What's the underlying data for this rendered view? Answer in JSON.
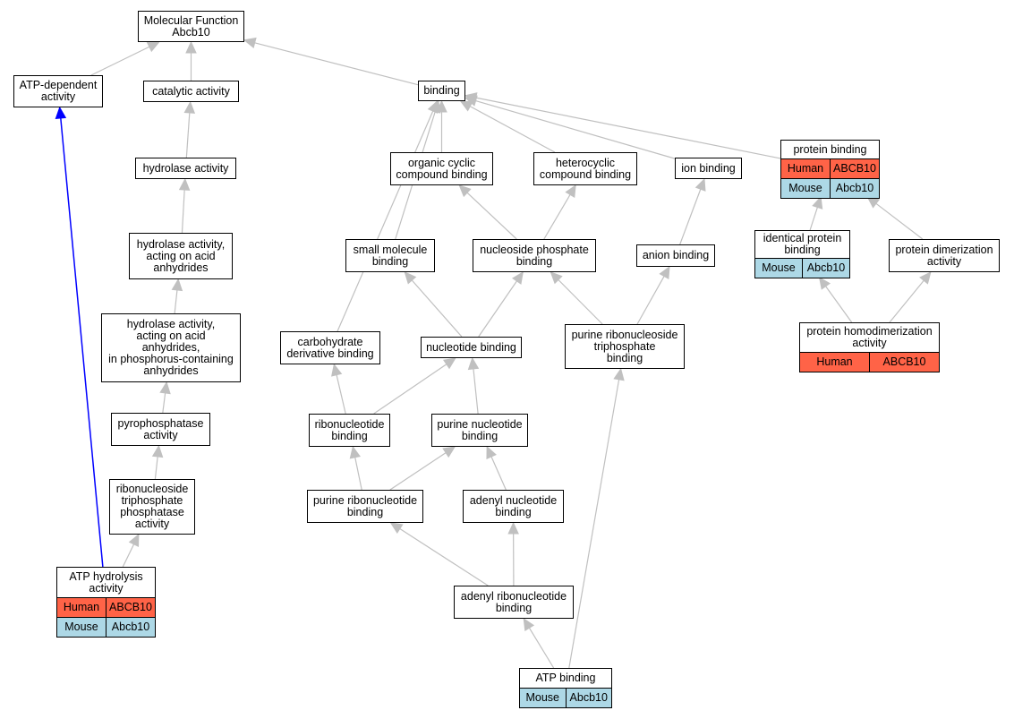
{
  "nodes": {
    "mf": {
      "label": "Molecular Function\nAbcb10"
    },
    "atpdep": {
      "label": "ATP-dependent\nactivity"
    },
    "catalytic": {
      "label": "catalytic activity"
    },
    "binding": {
      "label": "binding"
    },
    "hydrolase": {
      "label": "hydrolase activity"
    },
    "hydrolase_acid": {
      "label": "hydrolase activity,\nacting on acid\nanhydrides"
    },
    "hydrolase_phos": {
      "label": "hydrolase activity,\nacting on acid\nanhydrides,\nin phosphorus-containing\nanhydrides"
    },
    "pyrophosphatase": {
      "label": "pyrophosphatase\nactivity"
    },
    "rntp_phosphatase": {
      "label": "ribonucleoside\ntriphosphate\nphosphatase\nactivity"
    },
    "atp_hydrolysis": {
      "label": "ATP hydrolysis\nactivity",
      "rows": [
        {
          "species": "Human",
          "gene": "ABCB10"
        },
        {
          "species": "Mouse",
          "gene": "Abcb10"
        }
      ]
    },
    "organic_cyclic": {
      "label": "organic cyclic\ncompound binding"
    },
    "heterocyclic": {
      "label": "heterocyclic\ncompound binding"
    },
    "ion_binding": {
      "label": "ion binding"
    },
    "protein_binding": {
      "label": "protein binding",
      "rows": [
        {
          "species": "Human",
          "gene": "ABCB10"
        },
        {
          "species": "Mouse",
          "gene": "Abcb10"
        }
      ]
    },
    "small_molecule": {
      "label": "small molecule\nbinding"
    },
    "nucleoside_phosphate": {
      "label": "nucleoside phosphate\nbinding"
    },
    "anion_binding": {
      "label": "anion binding"
    },
    "identical_protein": {
      "label": "identical protein\nbinding",
      "rows": [
        {
          "species": "Mouse",
          "gene": "Abcb10"
        }
      ]
    },
    "protein_dimerization": {
      "label": "protein dimerization\nactivity"
    },
    "carbohydrate_deriv": {
      "label": "carbohydrate\nderivative binding"
    },
    "nucleotide_binding": {
      "label": "nucleotide binding"
    },
    "purine_rntp_binding": {
      "label": "purine ribonucleoside\ntriphosphate\nbinding"
    },
    "protein_homodimerization": {
      "label": "protein homodimerization\nactivity",
      "rows": [
        {
          "species": "Human",
          "gene": "ABCB10"
        }
      ]
    },
    "ribonucleotide": {
      "label": "ribonucleotide\nbinding"
    },
    "purine_nucleotide": {
      "label": "purine nucleotide\nbinding"
    },
    "purine_ribonucleotide": {
      "label": "purine ribonucleotide\nbinding"
    },
    "adenyl_nucleotide": {
      "label": "adenyl nucleotide\nbinding"
    },
    "adenyl_ribonucleotide": {
      "label": "adenyl ribonucleotide\nbinding"
    },
    "atp_binding": {
      "label": "ATP binding",
      "rows": [
        {
          "species": "Mouse",
          "gene": "Abcb10"
        }
      ]
    }
  },
  "edges": [
    {
      "from": "atpdep",
      "to": "mf"
    },
    {
      "from": "catalytic",
      "to": "mf"
    },
    {
      "from": "binding",
      "to": "mf"
    },
    {
      "from": "hydrolase",
      "to": "catalytic"
    },
    {
      "from": "hydrolase_acid",
      "to": "hydrolase"
    },
    {
      "from": "hydrolase_phos",
      "to": "hydrolase_acid"
    },
    {
      "from": "pyrophosphatase",
      "to": "hydrolase_phos"
    },
    {
      "from": "rntp_phosphatase",
      "to": "pyrophosphatase"
    },
    {
      "from": "atp_hydrolysis",
      "to": "rntp_phosphatase"
    },
    {
      "from": "atp_hydrolysis",
      "to": "atpdep",
      "highlight": true
    },
    {
      "from": "organic_cyclic",
      "to": "binding"
    },
    {
      "from": "heterocyclic",
      "to": "binding"
    },
    {
      "from": "ion_binding",
      "to": "binding"
    },
    {
      "from": "protein_binding",
      "to": "binding"
    },
    {
      "from": "small_molecule",
      "to": "binding"
    },
    {
      "from": "carbohydrate_deriv",
      "to": "binding"
    },
    {
      "from": "nucleoside_phosphate",
      "to": "organic_cyclic"
    },
    {
      "from": "nucleoside_phosphate",
      "to": "heterocyclic"
    },
    {
      "from": "anion_binding",
      "to": "ion_binding"
    },
    {
      "from": "identical_protein",
      "to": "protein_binding"
    },
    {
      "from": "protein_dimerization",
      "to": "protein_binding"
    },
    {
      "from": "protein_homodimerization",
      "to": "identical_protein"
    },
    {
      "from": "protein_homodimerization",
      "to": "protein_dimerization"
    },
    {
      "from": "nucleotide_binding",
      "to": "small_molecule"
    },
    {
      "from": "nucleotide_binding",
      "to": "nucleoside_phosphate"
    },
    {
      "from": "purine_rntp_binding",
      "to": "nucleoside_phosphate"
    },
    {
      "from": "purine_rntp_binding",
      "to": "anion_binding"
    },
    {
      "from": "ribonucleotide",
      "to": "carbohydrate_deriv"
    },
    {
      "from": "ribonucleotide",
      "to": "nucleotide_binding"
    },
    {
      "from": "purine_nucleotide",
      "to": "nucleotide_binding"
    },
    {
      "from": "purine_ribonucleotide",
      "to": "ribonucleotide"
    },
    {
      "from": "purine_ribonucleotide",
      "to": "purine_nucleotide"
    },
    {
      "from": "adenyl_nucleotide",
      "to": "purine_nucleotide"
    },
    {
      "from": "adenyl_ribonucleotide",
      "to": "purine_ribonucleotide"
    },
    {
      "from": "adenyl_ribonucleotide",
      "to": "adenyl_nucleotide"
    },
    {
      "from": "atp_binding",
      "to": "adenyl_ribonucleotide"
    },
    {
      "from": "atp_binding",
      "to": "purine_rntp_binding"
    }
  ],
  "colors": {
    "human": "#ff6347",
    "mouse": "#add8e6",
    "edge": "#c0c0c0",
    "highlight_edge": "#0000ff"
  }
}
